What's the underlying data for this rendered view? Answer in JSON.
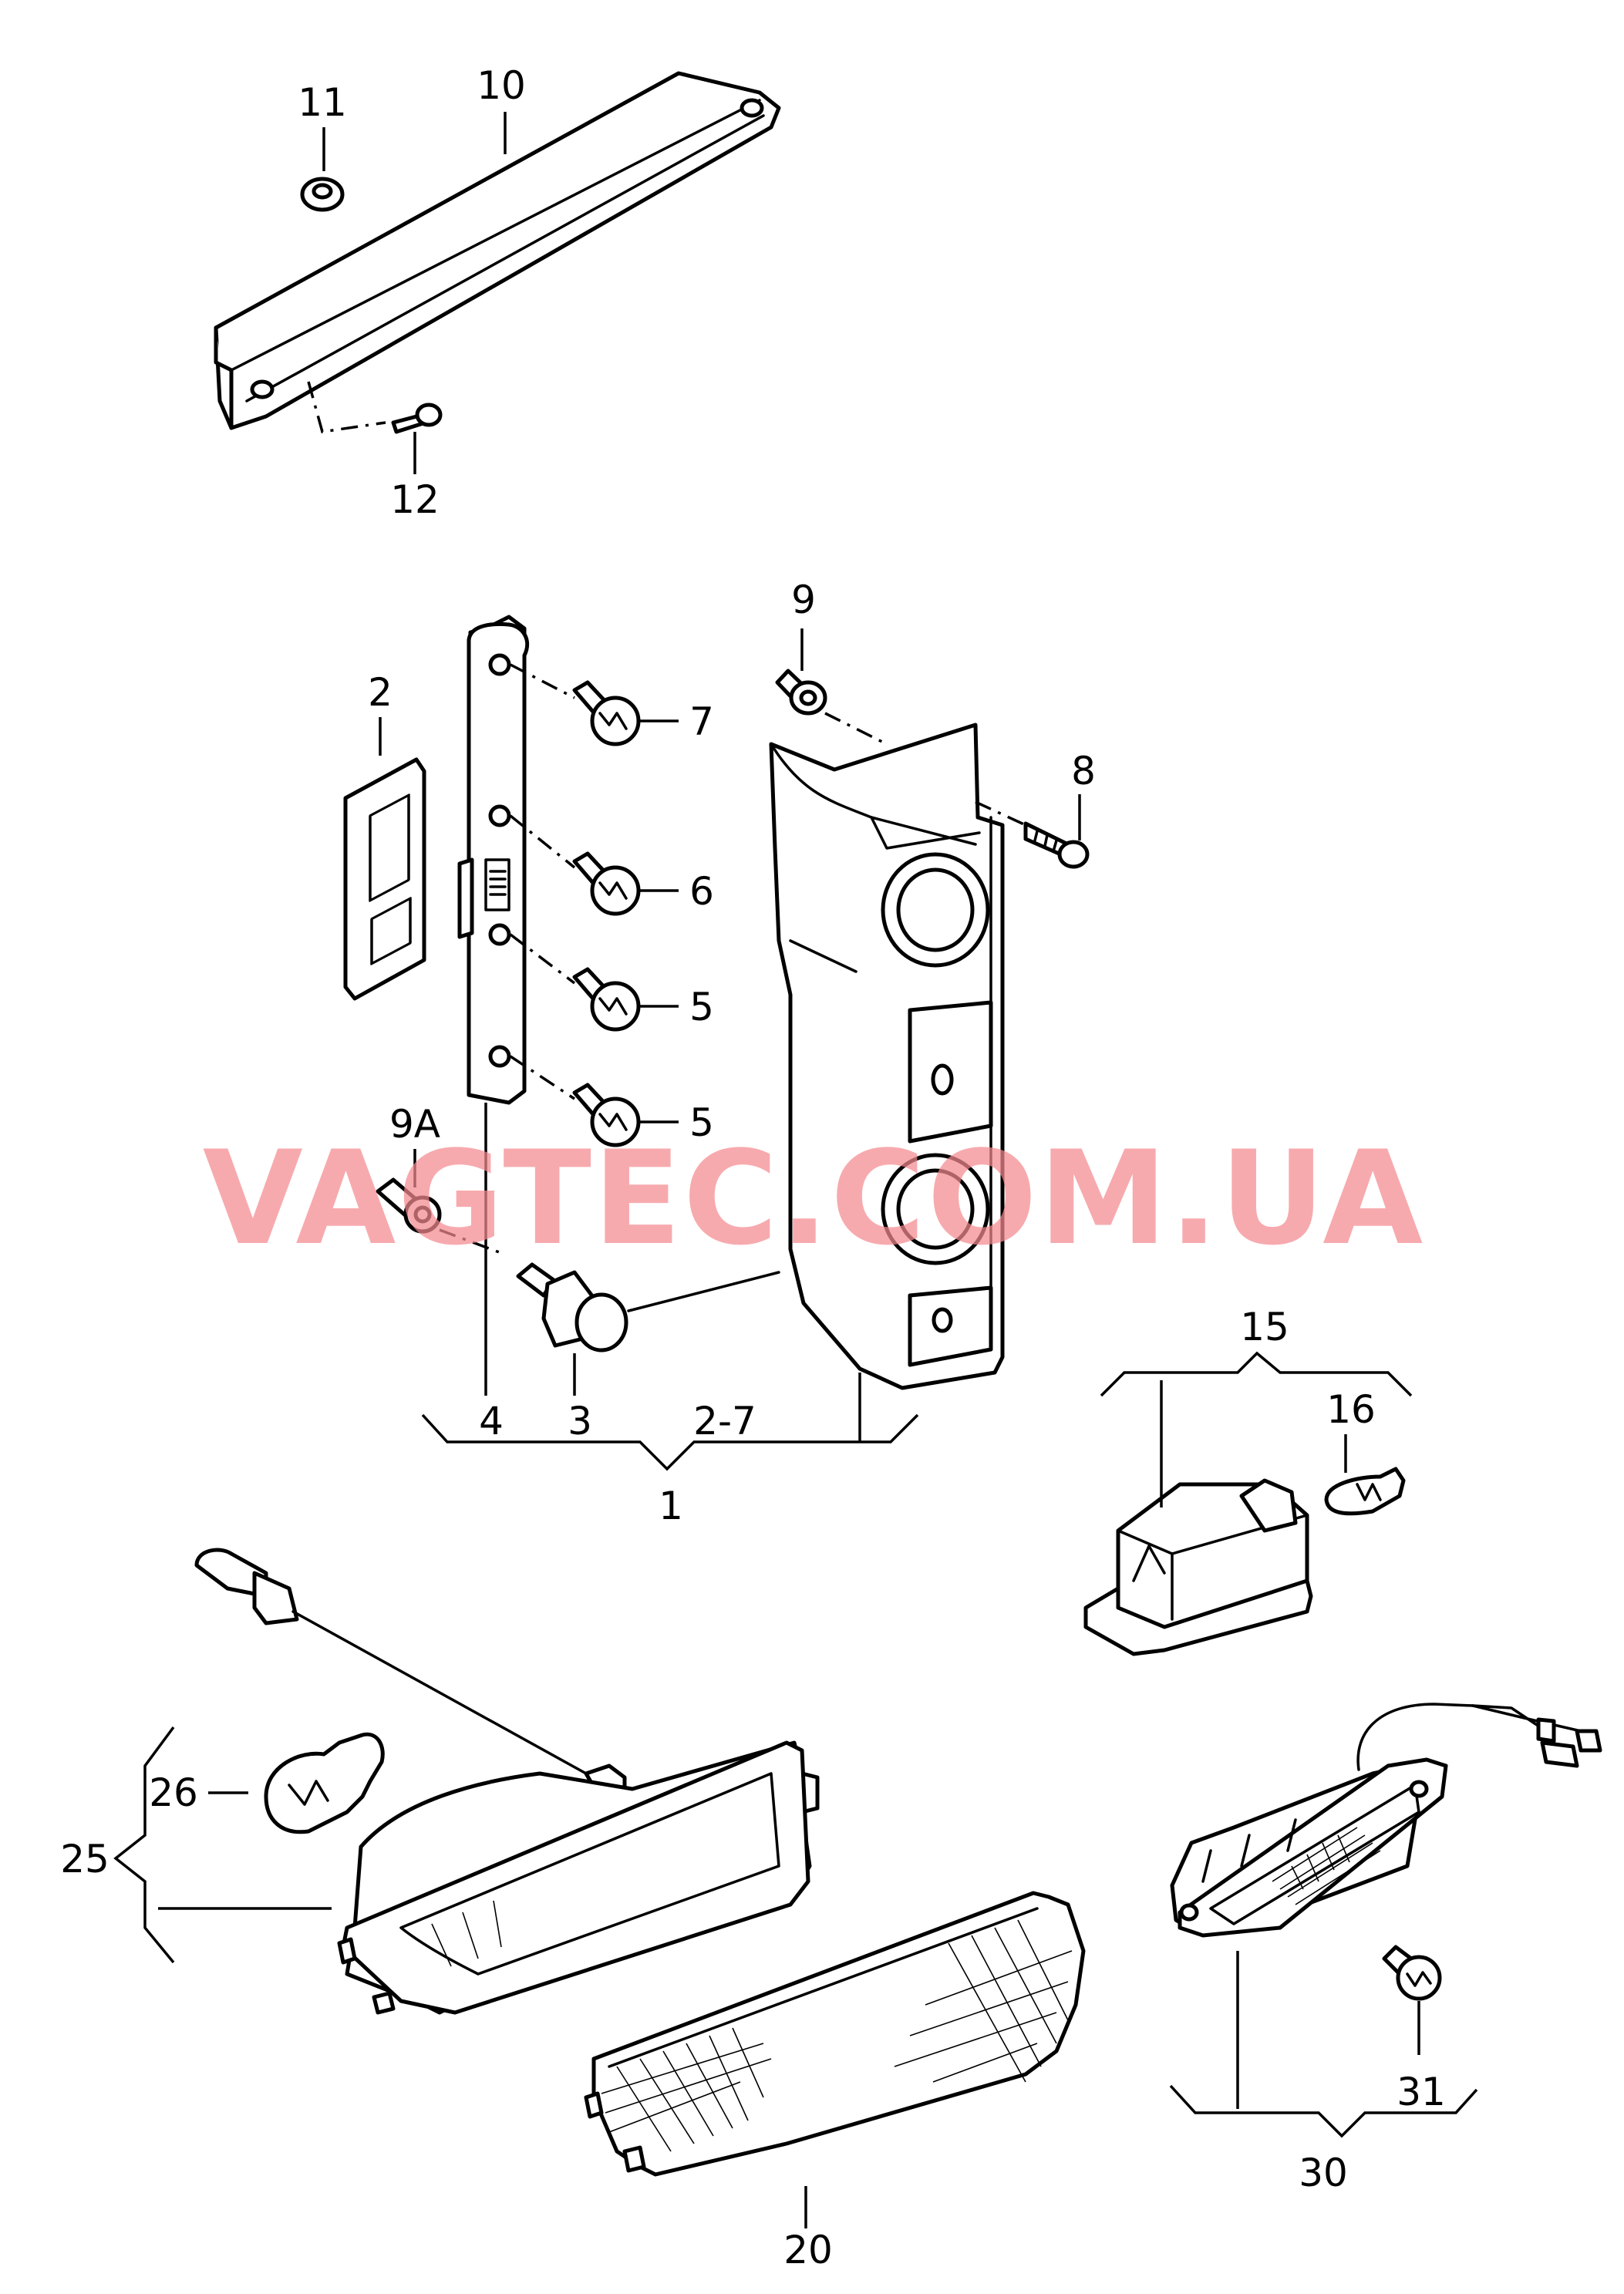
{
  "watermark": "VAGTEC.COM.UA",
  "callouts": {
    "c11": "11",
    "c10": "10",
    "c12": "12",
    "c9": "9",
    "c2": "2",
    "c7": "7",
    "c8": "8",
    "c6": "6",
    "c5a": "5",
    "c5b": "5",
    "c9a": "9A",
    "c4": "4",
    "c3": "3",
    "c27": "2-7",
    "c1": "1",
    "c15": "15",
    "c16": "16",
    "c26": "26",
    "c25": "25",
    "c31": "31",
    "c30": "30",
    "c20": "20"
  },
  "colors": {
    "line": "#000000",
    "watermark": "#f4898f",
    "background": "#ffffff"
  }
}
